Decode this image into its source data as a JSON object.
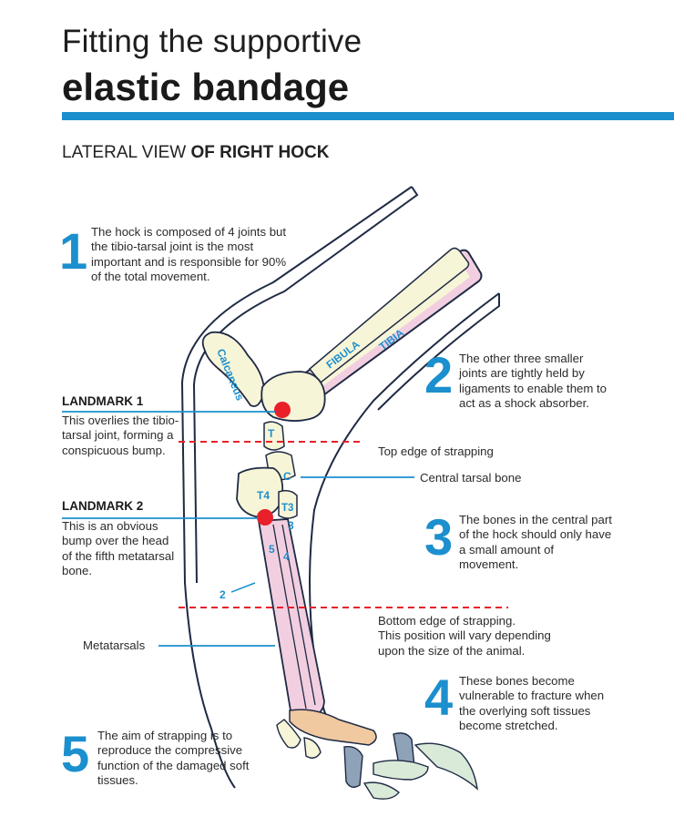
{
  "title": {
    "line1": "Fitting the supportive",
    "line2": "elastic bandage"
  },
  "subtitle": {
    "prefix": "LATERAL VIEW ",
    "bold": "OF RIGHT HOCK"
  },
  "notes": [
    {
      "number": "1",
      "text": "The hock is composed of 4 joints but the tibio-tarsal joint is the most important and is responsible for 90% of the total movement."
    },
    {
      "number": "2",
      "text": "The other three smaller joints are tightly held by ligaments to enable them to act as a shock absorber."
    },
    {
      "number": "3",
      "text": "The bones in the central part of the hock should only have a small amount of movement."
    },
    {
      "number": "4",
      "text": "These bones become vulnerable to fracture when the overlying soft tissues become stretched."
    },
    {
      "number": "5",
      "text": "The aim of strapping is to reproduce the compressive function of the damaged soft tissues."
    }
  ],
  "landmarks": [
    {
      "heading": "LANDMARK 1",
      "text": "This overlies the tibio-tarsal joint, forming a conspicuous bump."
    },
    {
      "heading": "LANDMARK 2",
      "text": "This is an obvious bump over the head of the fifth metatarsal bone."
    }
  ],
  "callouts": {
    "top_edge": "Top edge of strapping",
    "central_tarsal": "Central tarsal bone",
    "bottom_edge_1": "Bottom edge of strapping.",
    "bottom_edge_2": "This position will vary depending",
    "bottom_edge_3": "upon the size of the animal.",
    "metatarsals": "Metatarsals"
  },
  "bone_labels": {
    "calcaneus": "Calcaneus",
    "fibula": "FIBULA",
    "tibia": "TIBIA",
    "t": "T",
    "c": "C",
    "t4": "T4",
    "t3": "T3",
    "m3": "3",
    "m5": "5",
    "m4": "4",
    "m2": "2"
  },
  "colors": {
    "accent": "#1c8fce",
    "landmark_dot": "#e8202a",
    "strap_line": "#e8202a",
    "bone_pink": "#f2cfe0",
    "bone_cream": "#f7f5d8",
    "bone_tan": "#f0c9a0",
    "bone_grey": "#8fa3b8",
    "bone_green": "#d9ead8",
    "outline": "#1f2a44"
  }
}
